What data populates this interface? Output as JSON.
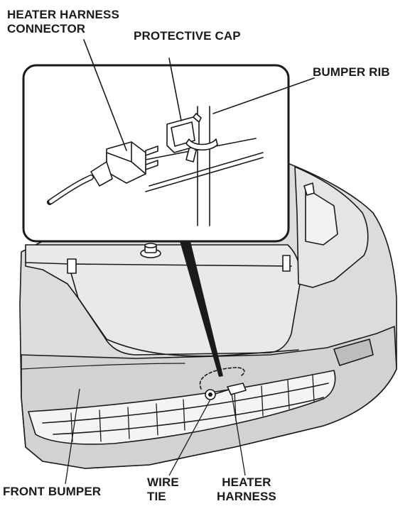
{
  "callouts": {
    "heater_harness_connector": "HEATER HARNESS\nCONNECTOR",
    "protective_cap": "PROTECTIVE CAP",
    "bumper_rib": "BUMPER RIB",
    "front_bumper": "FRONT BUMPER",
    "wire_tie": "WIRE\nTIE",
    "heater_harness": "HEATER\nHARNESS"
  },
  "colors": {
    "line": "#1a1a1a",
    "bumper_fill": "#cfcfcf",
    "body_fill": "#dddddd",
    "inset_fill": "#ffffff"
  }
}
